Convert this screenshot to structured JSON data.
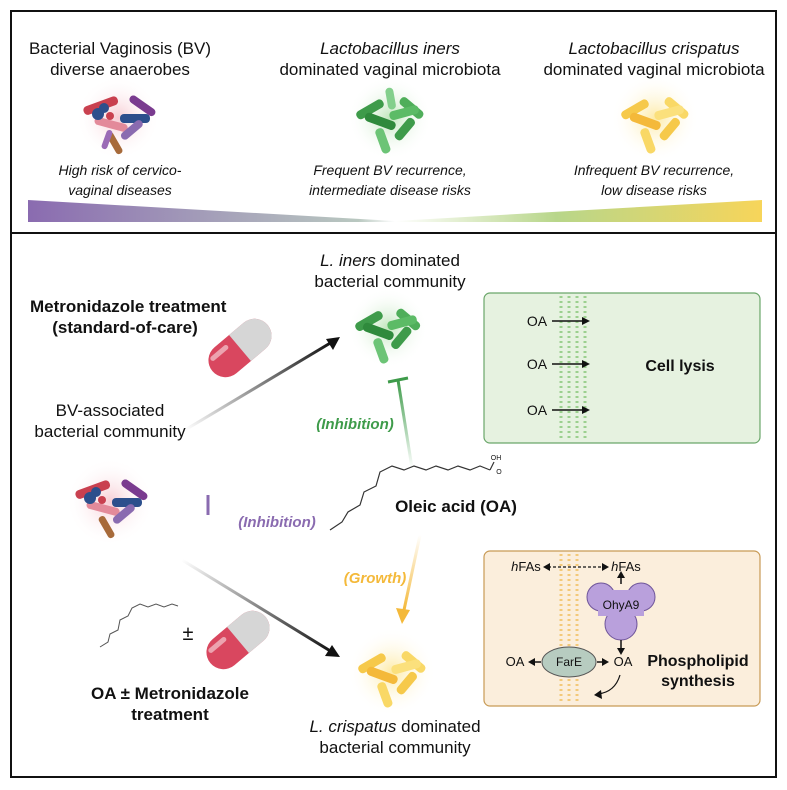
{
  "top_panel": {
    "bv_title_1": "Bacterial Vaginosis (BV)",
    "bv_title_2": "diverse anaerobes",
    "bv_risk_1": "High risk of cervico-",
    "bv_risk_2": "vaginal diseases",
    "iners_title_1": "Lactobacillus iners",
    "iners_title_2": "dominated vaginal microbiota",
    "iners_risk_1": "Frequent BV recurrence,",
    "iners_risk_2": "intermediate disease risks",
    "crispatus_title_1": "Lactobacillus crispatus",
    "crispatus_title_2": "dominated vaginal microbiota",
    "crispatus_risk_1": "Infrequent BV recurrence,",
    "crispatus_risk_2": "low disease risks"
  },
  "bottom_panel": {
    "metronidazole_1": "Metronidazole treatment",
    "metronidazole_2": "(standard-of-care)",
    "bv_community_1": "BV-associated",
    "bv_community_2": "bacterial community",
    "iners_community_italic": "L. iners",
    "iners_community_1": " dominated",
    "iners_community_2": "bacterial community",
    "crispatus_community_italic": "L. crispatus",
    "crispatus_community_1": " dominated",
    "crispatus_community_2": "bacterial community",
    "inhibition_green": "(Inhibition)",
    "inhibition_purple": "(Inhibition)",
    "growth": "(Growth)",
    "oleic_acid": "Oleic acid (OA)",
    "oa_metronidazole_1": "OA ± Metronidazole",
    "oa_metronidazole_2": "treatment",
    "plus_minus": "±",
    "oh_label": "OH",
    "o_label": "O"
  },
  "lysis_box": {
    "oa_1": "OA",
    "oa_2": "OA",
    "oa_3": "OA",
    "cell_lysis": "Cell lysis"
  },
  "phospho_box": {
    "hfas_left_h": "h",
    "hfas_left": "FAs",
    "hfas_right_h": "h",
    "hfas_right": "FAs",
    "ohya9": "OhyA9",
    "fare": "FarE",
    "oa_left": "OA",
    "oa_right": "OA",
    "phospholipid_1": "Phospholipid",
    "phospholipid_2": "synthesis"
  },
  "colors": {
    "bv_purple": "#8a6bb0",
    "iners_green": "#3e9b4a",
    "crispatus_yellow": "#f4b93a",
    "lysis_box_fill": "#e6f2e0",
    "phospho_box_fill": "#fbeedc",
    "capsule_red": "#d9475f",
    "capsule_grey": "#d0d0d0"
  }
}
